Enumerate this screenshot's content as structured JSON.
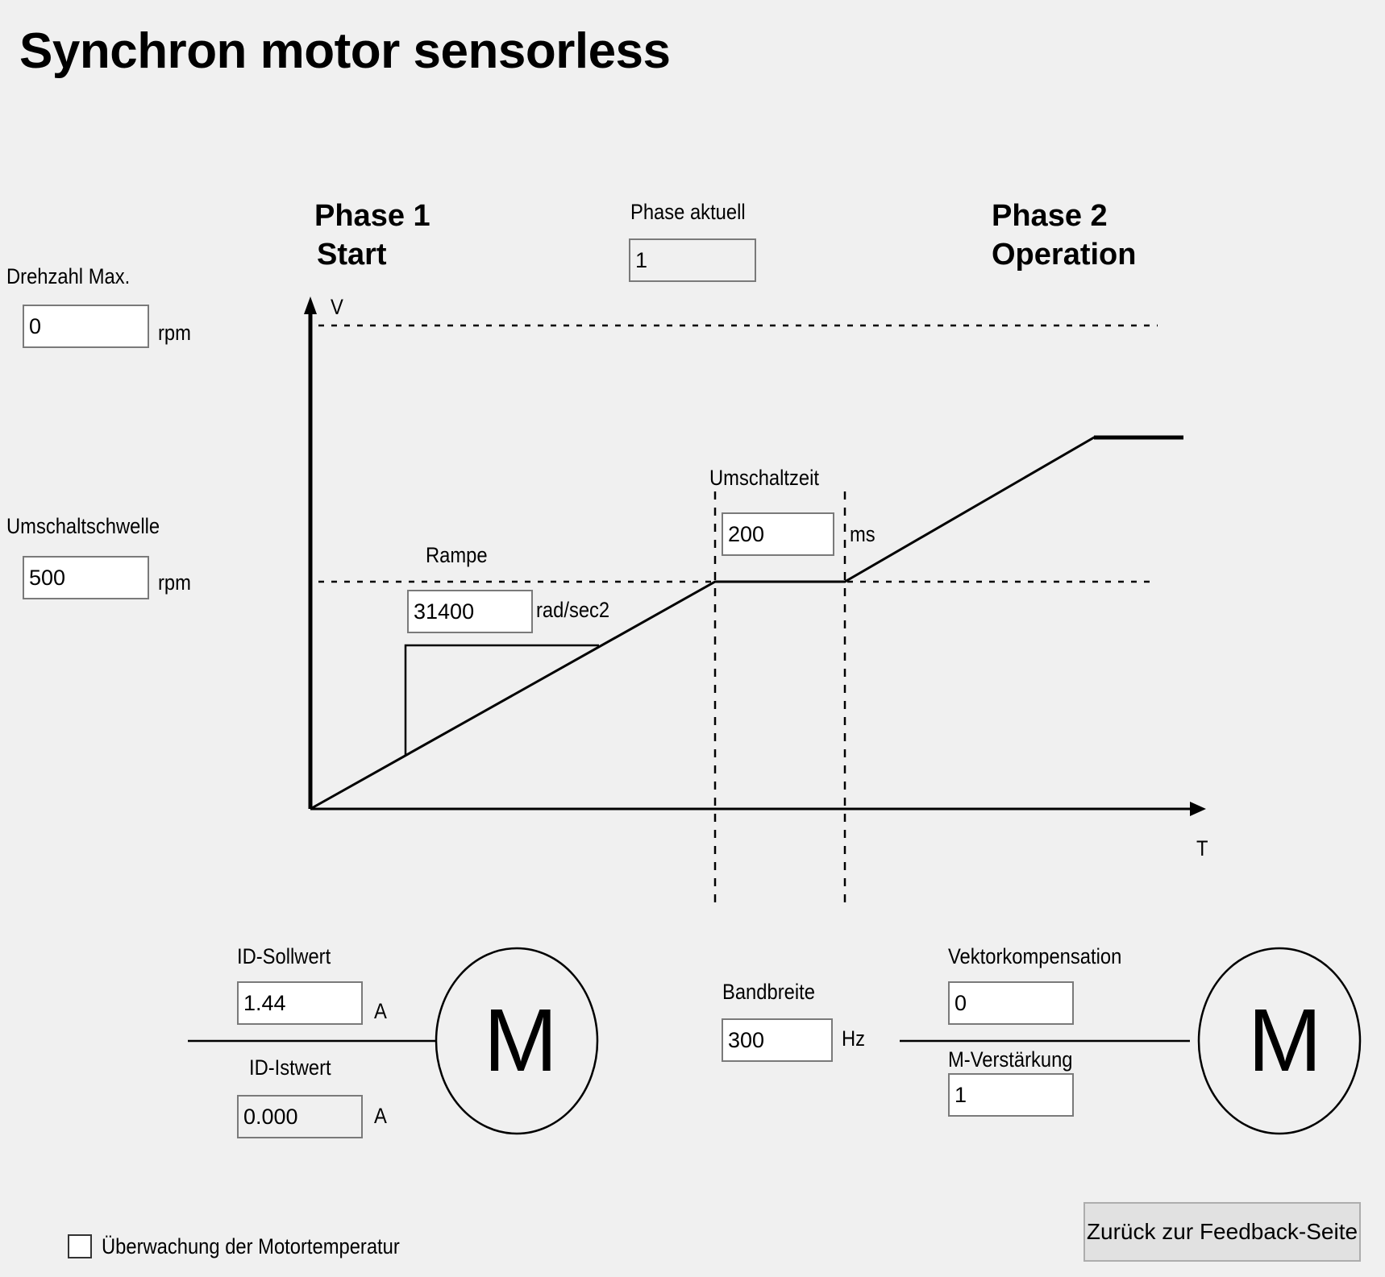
{
  "page": {
    "title": "Synchron motor sensorless"
  },
  "phases": {
    "phase1": {
      "line1": "Phase 1",
      "line2": "Start"
    },
    "phase2": {
      "line1": "Phase 2",
      "line2": "Operation"
    },
    "current_label": "Phase aktuell",
    "current_value": "1"
  },
  "diagram": {
    "v_axis_label": "V",
    "t_axis_label": "T"
  },
  "fields": {
    "drehzahl_max": {
      "label": "Drehzahl Max.",
      "value": "0",
      "unit": "rpm"
    },
    "umschaltschwelle": {
      "label": "Umschaltschwelle",
      "value": "500",
      "unit": "rpm"
    },
    "rampe": {
      "label": "Rampe",
      "value": "31400",
      "unit": "rad/sec2"
    },
    "umschaltzeit": {
      "label": "Umschaltzeit",
      "value": "200",
      "unit": "ms"
    },
    "id_sollwert": {
      "label": "ID-Sollwert",
      "value": "1.44",
      "unit": "A"
    },
    "id_istwert": {
      "label": "ID-Istwert",
      "value": "0.000",
      "unit": "A"
    },
    "bandbreite": {
      "label": "Bandbreite",
      "value": "300",
      "unit": "Hz"
    },
    "vektorkompensation": {
      "label": "Vektorkompensation",
      "value": "0"
    },
    "m_verstaerkung": {
      "label": "M-Verstärkung",
      "value": "1"
    }
  },
  "motors": {
    "left_symbol": "M",
    "right_symbol": "M"
  },
  "footer": {
    "temp_monitor_label": "Überwachung der Motortemperatur",
    "temp_monitor_checked": false,
    "back_button_label": "Zurück zur Feedback-Seite"
  }
}
